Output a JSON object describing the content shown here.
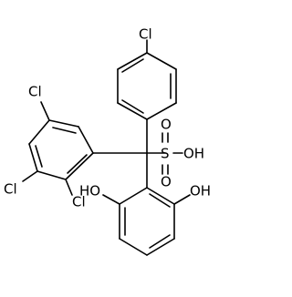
{
  "molecule": {
    "atoms": {
      "cl_top": "Cl",
      "cl_left_top": "Cl",
      "cl_left_bottom": "Cl",
      "cl_ortho": "Cl",
      "sulfonyl_s": "S",
      "sulfonyl_o_top": "O",
      "sulfonyl_o_bottom": "O",
      "sulfonyl_oh": "OH",
      "phenol_oh_left": "HO",
      "phenol_oh_right": "OH"
    }
  }
}
